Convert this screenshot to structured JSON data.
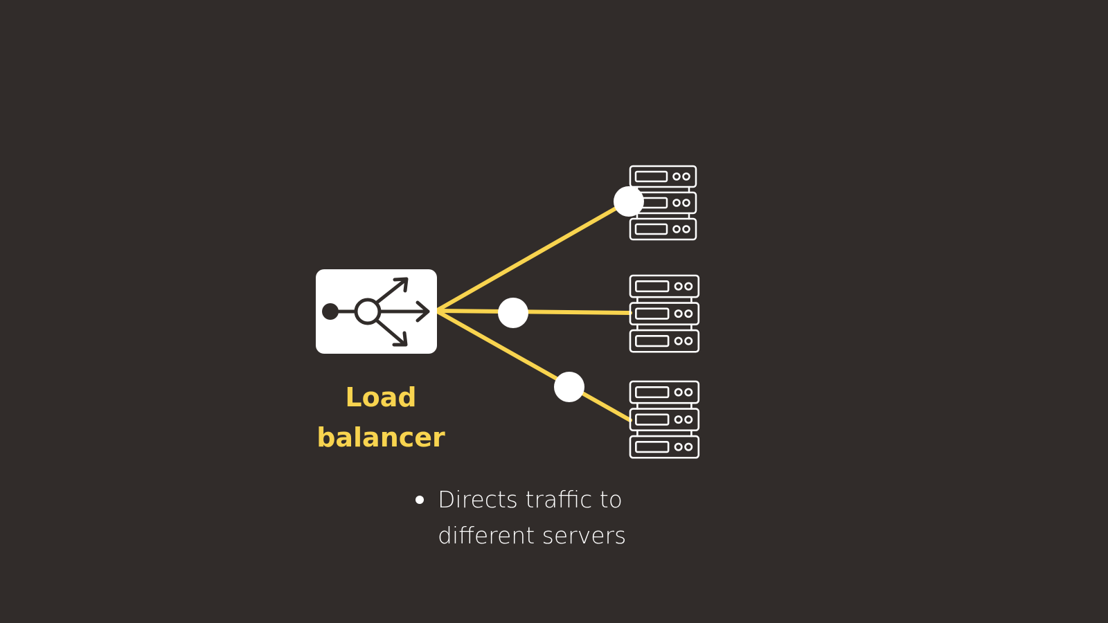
{
  "load_balancer": {
    "label_line1": "Load",
    "label_line2": "balancer",
    "icon": "load-balancer-icon"
  },
  "servers": [
    {
      "icon": "server-rack-icon"
    },
    {
      "icon": "server-rack-icon"
    },
    {
      "icon": "server-rack-icon"
    }
  ],
  "bullets": [
    "Directs traffic to different servers"
  ],
  "colors": {
    "background": "#312c2a",
    "accent": "#f8d44f",
    "foreground": "#ffffff"
  }
}
